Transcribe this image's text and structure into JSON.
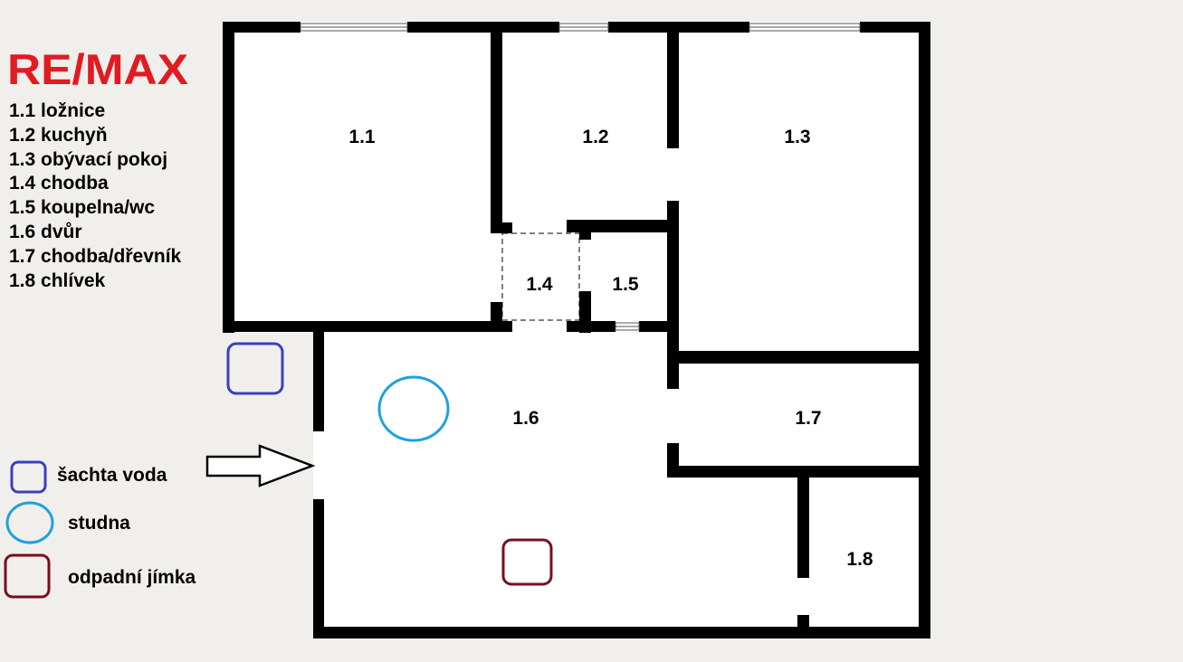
{
  "brand": {
    "logo_text": "RE/MAX",
    "logo_color": "#e11b22"
  },
  "legend": [
    {
      "code": "1.1",
      "name": "ložnice",
      "text": "1.1 ložnice"
    },
    {
      "code": "1.2",
      "name": "kuchyň",
      "text": "1.2 kuchyň"
    },
    {
      "code": "1.3",
      "name": "obývací pokoj",
      "text": "1.3 obývací pokoj"
    },
    {
      "code": "1.4",
      "name": "chodba",
      "text": "1.4 chodba"
    },
    {
      "code": "1.5",
      "name": "koupelna/wc",
      "text": "1.5 koupelna/wc"
    },
    {
      "code": "1.6",
      "name": "dvůr",
      "text": "1.6 dvůr"
    },
    {
      "code": "1.7",
      "name": "chodba/dřevník",
      "text": "1.7 chodba/dřevník"
    },
    {
      "code": "1.8",
      "name": "chlívek",
      "text": "1.8 chlívek"
    }
  ],
  "rooms": {
    "r11": "1.1",
    "r12": "1.2",
    "r13": "1.3",
    "r14": "1.4",
    "r15": "1.5",
    "r16": "1.6",
    "r17": "1.7",
    "r18": "1.8"
  },
  "symbols": {
    "water_shaft": {
      "label": "šachta voda",
      "color": "#3b3fbd",
      "icon": "blue-rounded-square"
    },
    "well": {
      "label": "studna",
      "color": "#1ea1df",
      "icon": "cyan-ellipse"
    },
    "cesspit": {
      "label": "odpadní jímka",
      "color": "#7a0d1e",
      "icon": "maroon-rounded-square"
    }
  },
  "colors": {
    "background": "#f0efec",
    "floor": "#ffffff",
    "wall": "#000000"
  }
}
